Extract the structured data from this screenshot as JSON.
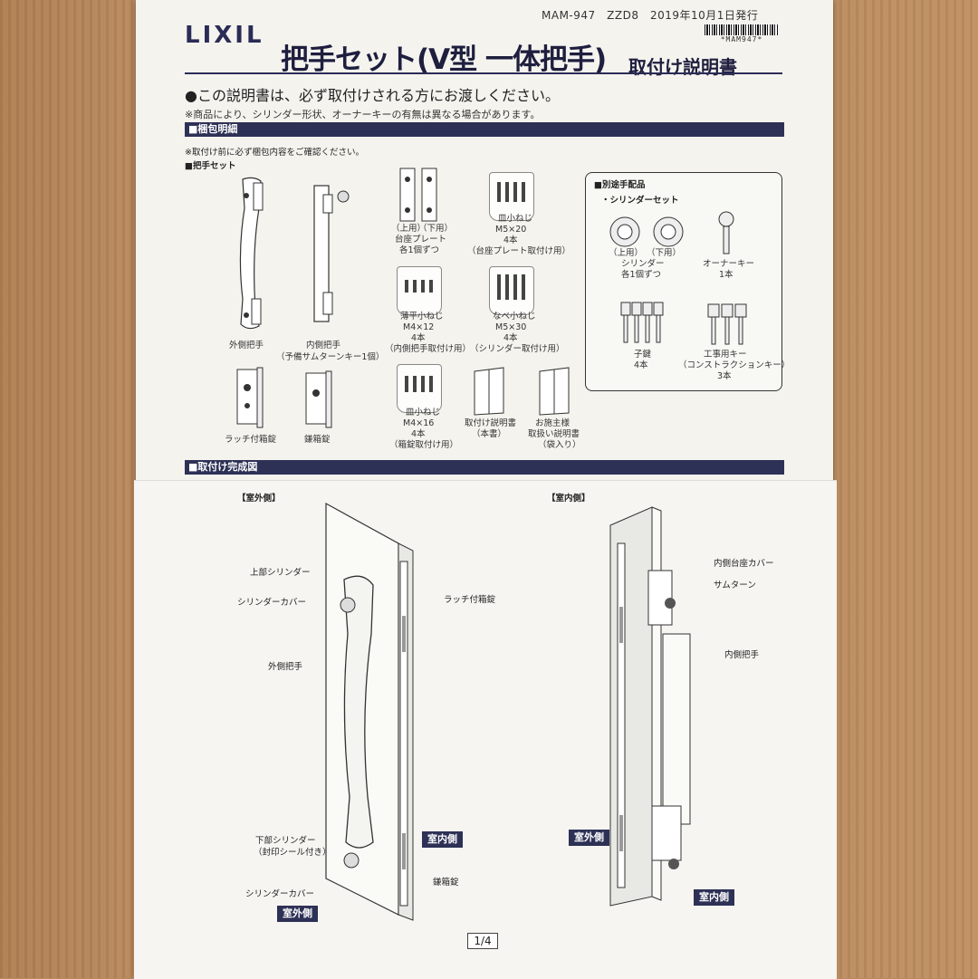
{
  "header": {
    "pub_info": "MAM-947　ZZD8　2019年10月1日発行",
    "barcode_text": "*MAM947*",
    "logo": "LIXIL",
    "title_main": "把手セット(V型 一体把手)",
    "title_sub": "取付け説明書"
  },
  "intro": {
    "lead": "●この説明書は、必ず取付けされる方にお渡しください。",
    "note": "※商品により、シリンダー形状、オーナーキーの有無は異なる場合があります。"
  },
  "packing": {
    "heading": "■梱包明細",
    "note": "※取付け前に必ず梱包内容をご確認ください。",
    "set_heading": "■把手セット",
    "items": {
      "outer_handle": "外側把手",
      "inner_handle": "内側把手",
      "inner_handle_note": "（予備サムターンキー1個）",
      "plate_top": "（上用）",
      "plate_bottom": "（下用）",
      "plate": "台座プレート",
      "plate_qty": "各1個ずつ",
      "screw1_name": "皿小ねじ",
      "screw1_size": "M5×20",
      "screw1_qty": "4本",
      "screw1_use": "（台座プレート取付け用）",
      "screw2_name": "薄平小ねじ",
      "screw2_size": "M4×12",
      "screw2_qty": "4本",
      "screw2_use": "（内側把手取付け用）",
      "screw3_name": "なべ小ねじ",
      "screw3_size": "M5×30",
      "screw3_qty": "4本",
      "screw3_use": "（シリンダー取付け用）",
      "screw4_name": "皿小ねじ",
      "screw4_size": "M4×16",
      "screw4_qty": "4本",
      "screw4_use": "（箱錠取付け用）",
      "latch_lock": "ラッチ付箱錠",
      "deadbolt_lock": "鎌箱錠",
      "manual1": "取付け説明書",
      "manual1_note": "（本書）",
      "manual2": "お施主様",
      "manual2_b": "取扱い説明書",
      "manual2_note": "（袋入り）"
    },
    "optional": {
      "heading": "■別途手配品",
      "cylinder_set": "・シリンダーセット",
      "cyl_top": "（上用）",
      "cyl_bottom": "（下用）",
      "cylinder": "シリンダー",
      "cylinder_qty": "各1個ずつ",
      "owner_key": "オーナーキー",
      "owner_key_qty": "1本",
      "child_key": "子鍵",
      "child_key_qty": "4本",
      "construction_key": "工事用キー",
      "construction_key_note": "（コンストラクションキー）",
      "construction_key_qty": "3本"
    }
  },
  "completion": {
    "heading": "■取付け完成図",
    "outside_label": "【室外側】",
    "inside_label": "【室内側】",
    "callouts": {
      "upper_cylinder": "上部シリンダー",
      "cylinder_cover": "シリンダーカバー",
      "outer_handle": "外側把手",
      "lower_cylinder": "下部シリンダー",
      "lower_cylinder_note": "（封印シール付き）",
      "cylinder_cover2": "シリンダーカバー",
      "latch_lock": "ラッチ付箱錠",
      "deadbolt_lock": "鎌箱錠",
      "inner_base_cover": "内側台座カバー",
      "thumb_turn": "サムターン",
      "inner_handle": "内側把手"
    },
    "tags": {
      "inside_a": "室内側",
      "outside_a": "室外側",
      "outside_b": "室外側",
      "inside_b": "室内側"
    }
  },
  "footer": {
    "page": "1/4"
  }
}
